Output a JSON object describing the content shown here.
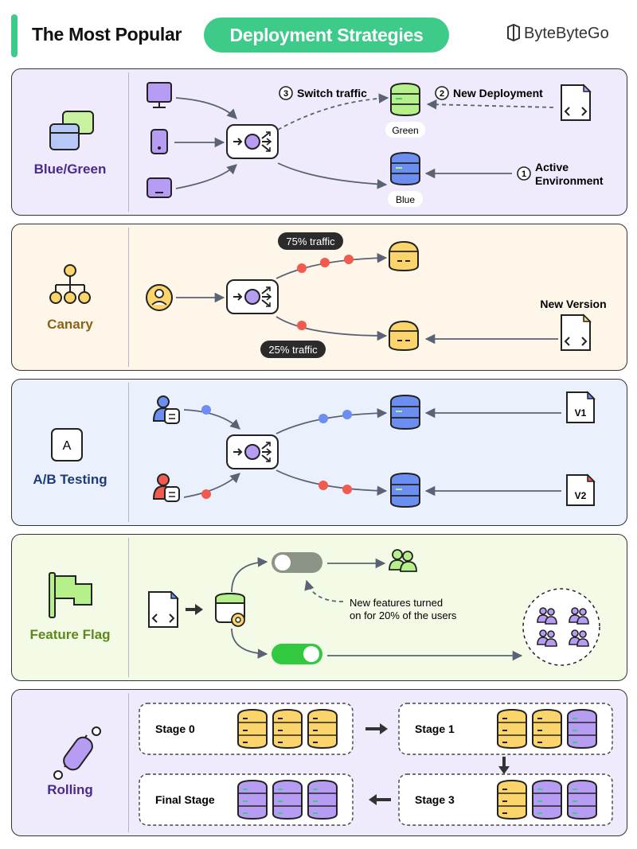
{
  "header": {
    "title": "The Most Popular",
    "highlight": "Deployment Strategies",
    "brand": "ByteByteGo"
  },
  "colors": {
    "accent": "#3ecb8a",
    "purple": "#b69cf2",
    "blue": "#6b8ef0",
    "yellow": "#fbd46b",
    "green": "#b6f08a",
    "red": "#f05a4f"
  },
  "blue_green": {
    "label": "Blue/Green",
    "switch_traffic": "Switch traffic",
    "new_deployment": "New Deployment",
    "active_environment_1": "Active",
    "active_environment_2": "Environment",
    "green": "Green",
    "blue": "Blue",
    "step_1": "1",
    "step_2": "2",
    "step_3": "3"
  },
  "canary": {
    "label": "Canary",
    "traffic_75": "75% traffic",
    "traffic_25": "25% traffic",
    "new_version": "New Version"
  },
  "ab_testing": {
    "label": "A/B Testing",
    "icon_letter": "A",
    "v1": "V1",
    "v2": "V2"
  },
  "feature_flag": {
    "label": "Feature Flag",
    "note_1": "New features turned",
    "note_2": "on for 20% of the users"
  },
  "rolling": {
    "label": "Rolling",
    "stage0": "Stage 0",
    "stage1": "Stage 1",
    "stage3": "Stage 3",
    "final_stage": "Final Stage"
  }
}
